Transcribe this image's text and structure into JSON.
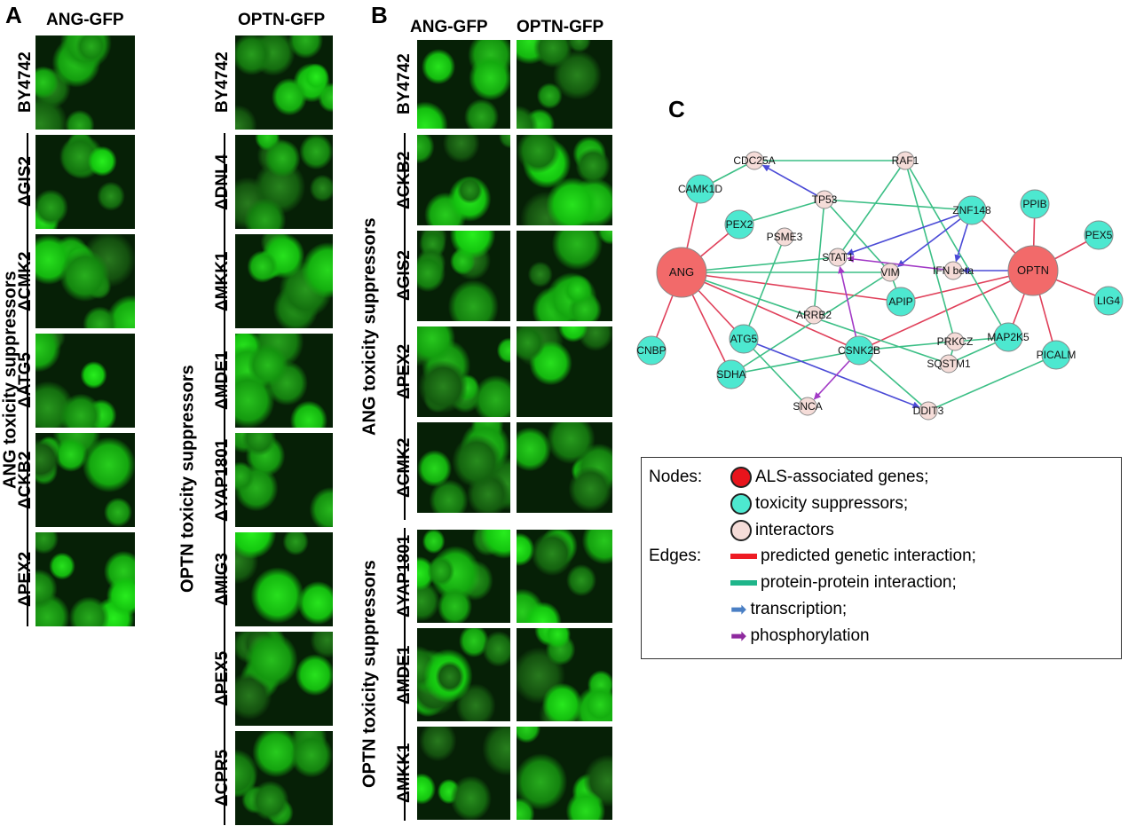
{
  "panels": {
    "a": "A",
    "b": "B",
    "c": "C"
  },
  "panel_a": {
    "ang_header": "ANG-GFP",
    "optn_header": "OPTN-GFP",
    "ang_group": "ANG toxicity suppressors",
    "optn_group": "OPTN toxicity suppressors",
    "ang_rows": [
      "BY4742",
      "ΔGIS2",
      "ΔCMK2",
      "ΔATG5",
      "ΔCKB2",
      "ΔPEX2"
    ],
    "optn_rows": [
      "BY4742",
      "ΔDNL4",
      "ΔMKK1",
      "ΔMDE1",
      "ΔYAP1801",
      "ΔMIG3",
      "ΔPEX5",
      "ΔCPR5"
    ]
  },
  "panel_b": {
    "ang_header": "ANG-GFP",
    "optn_header": "OPTN-GFP",
    "ang_group": "ANG toxicity suppressors",
    "optn_group": "OPTN toxicity suppressors",
    "control_row": "BY4742",
    "ang_rows": [
      "ΔCKB2",
      "ΔGIS2",
      "ΔPEX2",
      "ΔCMK2"
    ],
    "optn_rows": [
      "ΔYAP1801",
      "ΔMDE1",
      "ΔMKK1"
    ]
  },
  "network": {
    "colors": {
      "als": "#f26a6a",
      "suppressor": "#4de8d0",
      "interactor": "#f5dcd8",
      "genetic": "#e0405a",
      "ppi": "#3cbf86",
      "transcription": "#4a4ad6",
      "phosphorylation": "#a23ac6"
    },
    "nodes": [
      {
        "id": "ANG",
        "type": "als"
      },
      {
        "id": "OPTN",
        "type": "als"
      },
      {
        "id": "CAMK1D",
        "type": "suppressor"
      },
      {
        "id": "PEX2",
        "type": "suppressor"
      },
      {
        "id": "ZNF148",
        "type": "suppressor"
      },
      {
        "id": "PPIB",
        "type": "suppressor"
      },
      {
        "id": "PEX5",
        "type": "suppressor"
      },
      {
        "id": "LIG4",
        "type": "suppressor"
      },
      {
        "id": "APIP",
        "type": "suppressor"
      },
      {
        "id": "ATG5",
        "type": "suppressor"
      },
      {
        "id": "MAP2K5",
        "type": "suppressor"
      },
      {
        "id": "CNBP",
        "type": "suppressor"
      },
      {
        "id": "CSNK2B",
        "type": "suppressor"
      },
      {
        "id": "PICALM",
        "type": "suppressor"
      },
      {
        "id": "SDHA",
        "type": "suppressor"
      },
      {
        "id": "CDC25A",
        "type": "interactor"
      },
      {
        "id": "RAF1",
        "type": "interactor"
      },
      {
        "id": "TP53",
        "type": "interactor"
      },
      {
        "id": "PSME3",
        "type": "interactor"
      },
      {
        "id": "STAT1",
        "type": "interactor"
      },
      {
        "id": "VIM",
        "type": "interactor"
      },
      {
        "id": "IFN beta",
        "type": "interactor"
      },
      {
        "id": "ARRB2",
        "type": "interactor"
      },
      {
        "id": "PRKCZ",
        "type": "interactor"
      },
      {
        "id": "SQSTM1",
        "type": "interactor"
      },
      {
        "id": "SNCA",
        "type": "interactor"
      },
      {
        "id": "DDIT3",
        "type": "interactor"
      }
    ],
    "edges": [
      [
        "ANG",
        "CAMK1D",
        "genetic"
      ],
      [
        "ANG",
        "PEX2",
        "genetic"
      ],
      [
        "ANG",
        "CNBP",
        "genetic"
      ],
      [
        "ANG",
        "SDHA",
        "genetic"
      ],
      [
        "ANG",
        "ATG5",
        "genetic"
      ],
      [
        "ANG",
        "CSNK2B",
        "genetic"
      ],
      [
        "ANG",
        "APIP",
        "genetic"
      ],
      [
        "OPTN",
        "ZNF148",
        "genetic"
      ],
      [
        "OPTN",
        "PPIB",
        "genetic"
      ],
      [
        "OPTN",
        "PEX5",
        "genetic"
      ],
      [
        "OPTN",
        "LIG4",
        "genetic"
      ],
      [
        "OPTN",
        "PICALM",
        "genetic"
      ],
      [
        "OPTN",
        "MAP2K5",
        "genetic"
      ],
      [
        "OPTN",
        "APIP",
        "genetic"
      ],
      [
        "OPTN",
        "CSNK2B",
        "genetic"
      ],
      [
        "CDC25A",
        "RAF1",
        "ppi"
      ],
      [
        "CDC25A",
        "CAMK1D",
        "ppi"
      ],
      [
        "TP53",
        "PEX2",
        "ppi"
      ],
      [
        "TP53",
        "ZNF148",
        "ppi"
      ],
      [
        "TP53",
        "ARRB2",
        "ppi"
      ],
      [
        "TP53",
        "VIM",
        "ppi"
      ],
      [
        "RAF1",
        "STAT1",
        "ppi"
      ],
      [
        "RAF1",
        "PRKCZ",
        "ppi"
      ],
      [
        "RAF1",
        "MAP2K5",
        "ppi"
      ],
      [
        "ANG",
        "STAT1",
        "ppi"
      ],
      [
        "ANG",
        "VIM",
        "ppi"
      ],
      [
        "ANG",
        "SQSTM1",
        "ppi"
      ],
      [
        "PSME3",
        "ATG5",
        "ppi"
      ],
      [
        "VIM",
        "APIP",
        "ppi"
      ],
      [
        "VIM",
        "SDHA",
        "ppi"
      ],
      [
        "ATG5",
        "SNCA",
        "ppi"
      ],
      [
        "CSNK2B",
        "SDHA",
        "ppi"
      ],
      [
        "CSNK2B",
        "PRKCZ",
        "ppi"
      ],
      [
        "CSNK2B",
        "DDIT3",
        "ppi"
      ],
      [
        "PRKCZ",
        "SQSTM1",
        "ppi"
      ],
      [
        "SQSTM1",
        "MAP2K5",
        "ppi"
      ],
      [
        "DDIT3",
        "PICALM",
        "ppi"
      ],
      [
        "PRKCZ",
        "MAP2K5",
        "ppi"
      ],
      [
        "TP53",
        "CDC25A",
        "transcription"
      ],
      [
        "ZNF148",
        "STAT1",
        "transcription"
      ],
      [
        "ZNF148",
        "VIM",
        "transcription"
      ],
      [
        "ZNF148",
        "IFN beta",
        "transcription"
      ],
      [
        "OPTN",
        "IFN beta",
        "transcription"
      ],
      [
        "ATG5",
        "DDIT3",
        "transcription"
      ],
      [
        "IFN beta",
        "STAT1",
        "phosphorylation"
      ],
      [
        "CSNK2B",
        "STAT1",
        "phosphorylation"
      ],
      [
        "CSNK2B",
        "SNCA",
        "phosphorylation"
      ]
    ]
  },
  "legend": {
    "nodes_label": "Nodes:",
    "edges_label": "Edges:",
    "als": "ALS-associated genes;",
    "suppressor": "toxicity suppressors;",
    "interactor": "interactors",
    "genetic": "predicted genetic interaction;",
    "ppi": "protein-protein interaction;",
    "transcription": "transcription;",
    "phosphorylation": "phosphorylation",
    "colors": {
      "als": "#e8141c",
      "suppressor": "#4de8d0",
      "interactor": "#f5dcd8",
      "genetic": "#ee1c24",
      "ppi": "#1fb58a",
      "transcription": "#4a7fc4",
      "phosphorylation": "#8e2a9e"
    }
  }
}
